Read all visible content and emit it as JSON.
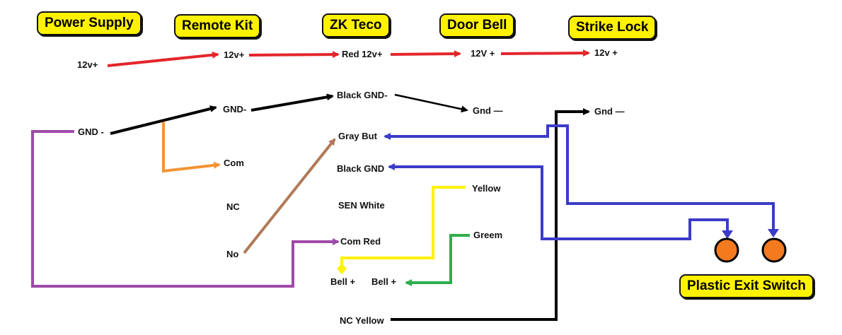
{
  "headers": {
    "power_supply": "Power Supply",
    "remote_kit": "Remote Kit",
    "zk_teco": "ZK Teco",
    "door_bell": "Door Bell",
    "strike_lock": "Strike Lock",
    "exit_switch": "Plastic Exit Switch"
  },
  "labels": {
    "ps_12v": "12v+",
    "ps_gnd": "GND -",
    "rk_12v": "12v+",
    "rk_gnd": "GND-",
    "rk_com": "Com",
    "rk_nc": "NC",
    "rk_no": "No",
    "zk_red": "Red 12v+",
    "zk_black_gnd": "Black GND-",
    "zk_gray": "Gray But",
    "zk_black_gnd2": "Black GND",
    "zk_sen": "SEN White",
    "zk_com_red": "Com Red",
    "zk_bell1": "Bell +",
    "zk_bell2": "Bell +",
    "zk_nc_yellow": "NC Yellow",
    "db_12v": "12V +",
    "db_gnd": "Gnd —",
    "db_yellow": "Yellow",
    "db_green": "Greem",
    "sl_12v": "12v +",
    "sl_gnd": "Gnd —"
  },
  "colors": {
    "red": "#e3262b",
    "black": "#000000",
    "orange": "#f39333",
    "purple": "#9e4aa8",
    "brown": "#b07a58",
    "blue": "#3b3bc9",
    "yellow": "#fff200",
    "green": "#2fae4a",
    "switch": "#f47a20"
  }
}
